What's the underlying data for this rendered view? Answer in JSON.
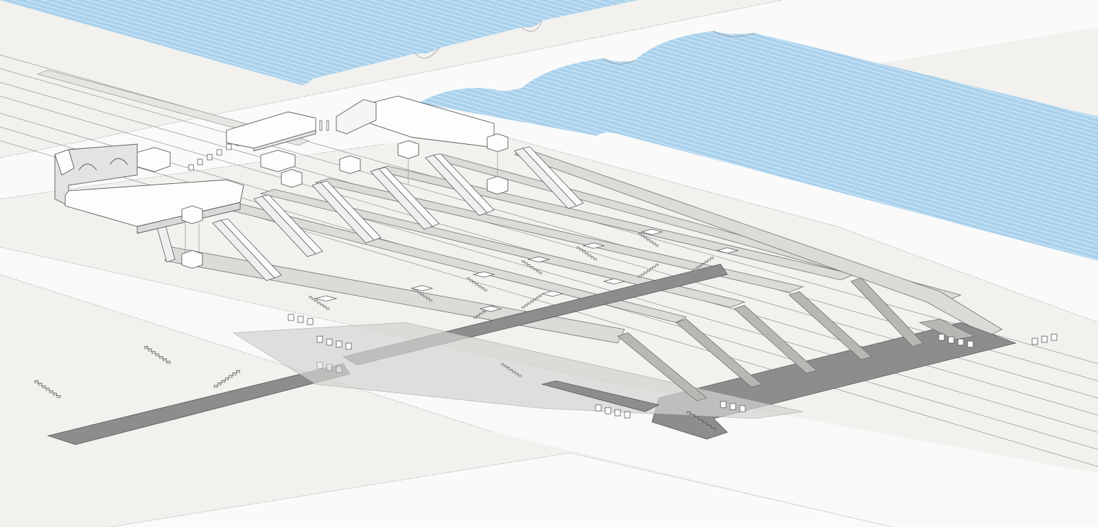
{
  "diagram": {
    "kind": "axonometric station cutaway",
    "labels": [],
    "colors": {
      "background": "#f2f1ee",
      "road": "#fafafa",
      "water": "#a9d1ec",
      "water_hatch": "#cfe6f6",
      "platform": "#dcdbd8",
      "platform_side": "#c4c3c0",
      "concourse": "#8d8d8d",
      "concourse_light": "#d4d3d0",
      "building_top": "#fdfdfd",
      "building_side": "#e3e3e3",
      "outline": "#6e6e6e"
    },
    "counts": {
      "escalators": 8,
      "platforms": 7,
      "stairways": 14,
      "ramps": 6
    }
  }
}
